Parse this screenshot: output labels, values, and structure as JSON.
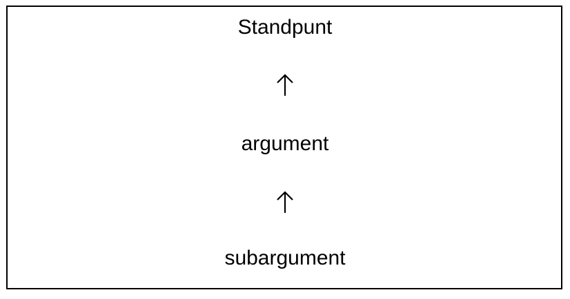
{
  "diagram": {
    "nodes": [
      {
        "label": "Standpunt"
      },
      {
        "label": "argument"
      },
      {
        "label": "subargument"
      }
    ],
    "arrows": [
      {
        "icon": "arrow-up-icon",
        "from": "argument",
        "to": "Standpunt"
      },
      {
        "icon": "arrow-up-icon",
        "from": "subargument",
        "to": "argument"
      }
    ],
    "colors": {
      "line": "#000000",
      "background": "#ffffff"
    }
  }
}
